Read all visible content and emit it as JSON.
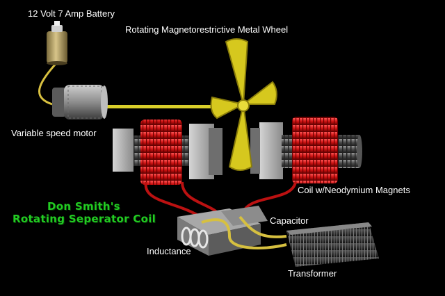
{
  "labels": {
    "battery": "12 Volt 7 Amp Battery",
    "wheel": "Rotating Magnetorestrictive Metal Wheel",
    "motor": "Variable speed motor",
    "coil": "Coil w/Neodymium Magnets",
    "capacitor": "Capacitor",
    "inductance": "Inductance",
    "transformer": "Transformer"
  },
  "title": {
    "line1": "Don Smith's",
    "line2": "Rotating Seperator Coil"
  },
  "colors": {
    "background": "#000000",
    "label_text": "#ffffff",
    "title_text": "#22cc22",
    "coil_wire": "#cc1111",
    "wheel": "#d6c81e",
    "shaft": "#d9cf2a",
    "metal": "#8a8a8a"
  }
}
